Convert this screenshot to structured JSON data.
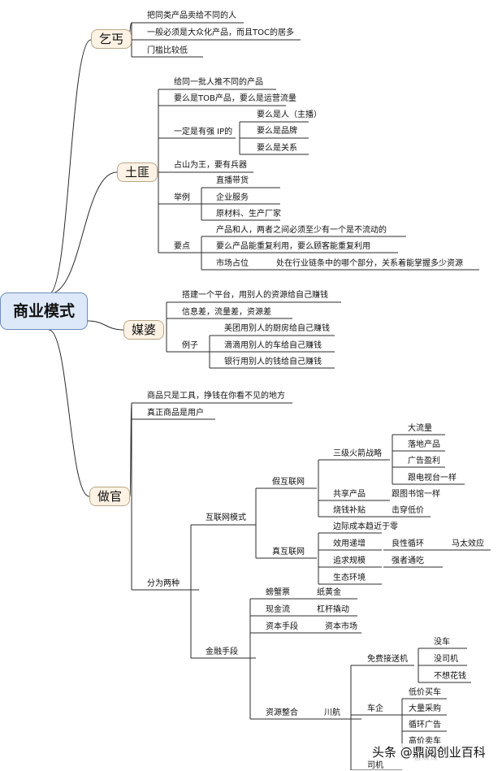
{
  "root": "商业模式",
  "watermark": "头条 @鼎阅创业百科",
  "branches": {
    "qigai": {
      "label": "乞丐",
      "items": [
        "把同类产品卖给不同的人",
        "一般必须是大众化产品，而且TOC的居多",
        "门槛比较低"
      ]
    },
    "tufei": {
      "label": "土匪",
      "items": [
        "给同一批人推不同的产品",
        "要么是TOB产品，要么是运营流量",
        "一定是有强 IP的",
        "要么是人（主播）",
        "要么是品牌",
        "要么是关系",
        "占山为王，要有兵器",
        "举例",
        "直播带货",
        "企业服务",
        "原材料、生产厂家",
        "要点",
        "产品和人，两者之间必须至少有一个是不流动的",
        "要么产品能重复利用，要么顾客能重复利用",
        "市场占位",
        "处在行业链条中的哪个部分，关系着能掌握多少资源"
      ]
    },
    "meipo": {
      "label": "媒婆",
      "items": [
        "搭建一个平台，用别人的资源给自己赚钱",
        "信息差，流量差，资源差",
        "例子",
        "美团用别人的厨房给自己赚钱",
        "滴滴用别人的车给自己赚钱",
        "银行用别人的钱给自己赚钱"
      ]
    },
    "zuoguan": {
      "label": "做官",
      "items": [
        "商品只是工具，挣钱在你看不见的地方",
        "真正商品是用户",
        "分为两种",
        "互联网模式",
        "假互联网",
        "三级火箭战略",
        "大流量",
        "落地产品",
        "广告盈利",
        "跟电视台一样",
        "共享产品",
        "跟图书馆一样",
        "烧钱补贴",
        "击穿低价",
        "真互联网",
        "边际成本趋近于零",
        "效用递增",
        "良性循环",
        "马太效应",
        "追求规模",
        "强者通吃",
        "生态环境",
        "金融手段",
        "螃蟹票",
        "纸黄金",
        "现金流",
        "杠杆撬动",
        "资本手段",
        "资本市场",
        "资源整合",
        "川航",
        "免费接送机",
        "没车",
        "没司机",
        "不想花钱",
        "车企",
        "低价买车",
        "大量采购",
        "循环广告",
        "高价卖车",
        "省赚钱",
        "司机"
      ]
    }
  },
  "colors": {
    "line": "#2b2b2b",
    "root_fill": "#dde9f8",
    "branch_fill": "#fdf2e4"
  }
}
